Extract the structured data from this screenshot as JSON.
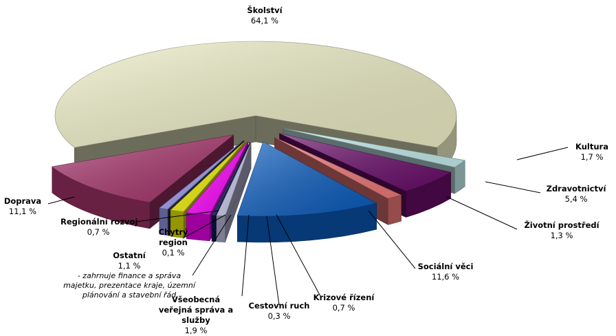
{
  "chart_data": {
    "type": "pie",
    "slices": [
      {
        "label": "Školství",
        "value": 64.1,
        "value_text": "64,1 %",
        "color": "#f0f0c8"
      },
      {
        "label": "Kultura",
        "value": 1.7,
        "value_text": "1,7 %",
        "color": "#c8f0f0"
      },
      {
        "label": "Zdravotnictví",
        "value": 5.4,
        "value_text": "5,4 %",
        "color": "#6a0d6a"
      },
      {
        "label": "Životní prostředí",
        "value": 1.3,
        "value_text": "1,3 %",
        "color": "#f07a78"
      },
      {
        "label": "Sociální věci",
        "value": 11.6,
        "value_text": "11,6 %",
        "color": "#0a5cbf"
      },
      {
        "label": "Krizové řízení",
        "value": 0.7,
        "value_text": "0,7 %",
        "color": "#c8c8ec"
      },
      {
        "label": "Cestovní ruch",
        "value": 0.3,
        "value_text": "0,3 %",
        "color": "#151560"
      },
      {
        "label": "Všeobecná veřejná správa a služby",
        "value": 1.9,
        "value_text": "1,9 %",
        "color": "#ff00ff"
      },
      {
        "label": "Ostatní",
        "value": 1.1,
        "value_text": "1,1 %",
        "color": "#f0f000",
        "note": "- zahrnuje finance a správa majetku, prezentace kraje, územní plánování a stavební řád"
      },
      {
        "label": "Chytrý region",
        "value": 0.1,
        "value_text": "0,1 %",
        "color": "#1a1a50"
      },
      {
        "label": "Regionální rozvoj",
        "value": 0.7,
        "value_text": "0,7 %",
        "color": "#9898ec"
      },
      {
        "label": "Doprava",
        "value": 11.1,
        "value_text": "11,1 %",
        "color": "#a8346c"
      }
    ]
  }
}
